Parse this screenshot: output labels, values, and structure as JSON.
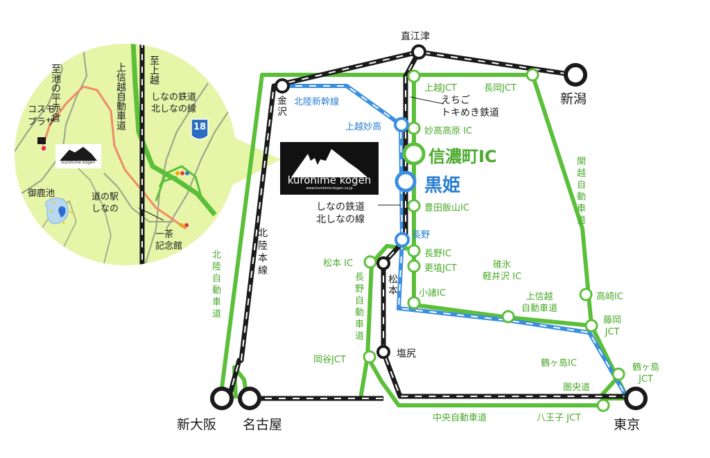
{
  "colors": {
    "highway": "#5bbf3a",
    "rail": "#1a1a1a",
    "shinkansen": "#3a8ee0",
    "inset_bg": "#e6f5a8",
    "pink": "#ef8a6a",
    "text_green": "#4aaa2a",
    "text_blue": "#2a7fd0"
  },
  "logo": {
    "title": "kurohime kogen",
    "url": "www.kurohime-kogen.co.jp"
  },
  "inset": {
    "to_ikenotaira": "至池の平赤倉",
    "to_joetsu": "至上越",
    "joshinetsu": "上信越自動車道",
    "shinano_rail": "しなの鉄道\n北しなの線",
    "route_num": "18",
    "cosmo": "コスモ\nプラザ",
    "goshikaike": "御鹿池",
    "michinoeki": "道の駅\nしなの",
    "issa": "一茶\n記念館",
    "logo_small": "kurohime kogen"
  },
  "cities": {
    "naoetsu": "直江津",
    "niigata": "新潟",
    "kanazawa": "金\n沢",
    "shin_osaka": "新大阪",
    "nagoya": "名古屋",
    "tokyo": "東京",
    "matsumoto": "松\n本",
    "shiojiri": "塩尻"
  },
  "rail_labels": {
    "hokuriku_shinkansen": "北陸新幹線",
    "echigo": "えちご\nトキめき鉄道",
    "shinano": "しなの鉄道\n北しなの線",
    "hokuriku_honsen": "北\n陸\n本\n線"
  },
  "stations": {
    "joetsu_myoko": "上越妙高",
    "kurohime": "黒姫",
    "nagano": "長野"
  },
  "highway_labels": {
    "joetsu_jct": "上越JCT",
    "nagaoka_jct": "長岡JCT",
    "myoko_kogen": "妙高高原 IC",
    "shinanomachi": "信濃町IC",
    "toyota_iiyama": "豊田飯山IC",
    "nagano_ic": "長野IC",
    "koshoku": "更埴JCT",
    "komoro": "小諸IC",
    "usui": "碓氷\n軽井沢 IC",
    "joshinetsu": "上信越\n自動車道",
    "takasaki": "高崎IC",
    "fujioka": "藤岡\nJCT",
    "kanetsu": "関\n越\n自\n動\n車\n道",
    "tsurugashima_ic": "鶴ヶ島IC",
    "tsurugashima_jct": "鶴ヶ島\nJCT",
    "kenodo": "圏央道",
    "hachioji": "八王子 JCT",
    "chuo": "中央自動車道",
    "okaya": "岡谷JCT",
    "matsumoto_ic": "松本 IC",
    "nagano_doro": "長\n野\n自\n動\n車\n道",
    "hokuriku_doro": "北\n陸\n自\n動\n車\n道"
  }
}
